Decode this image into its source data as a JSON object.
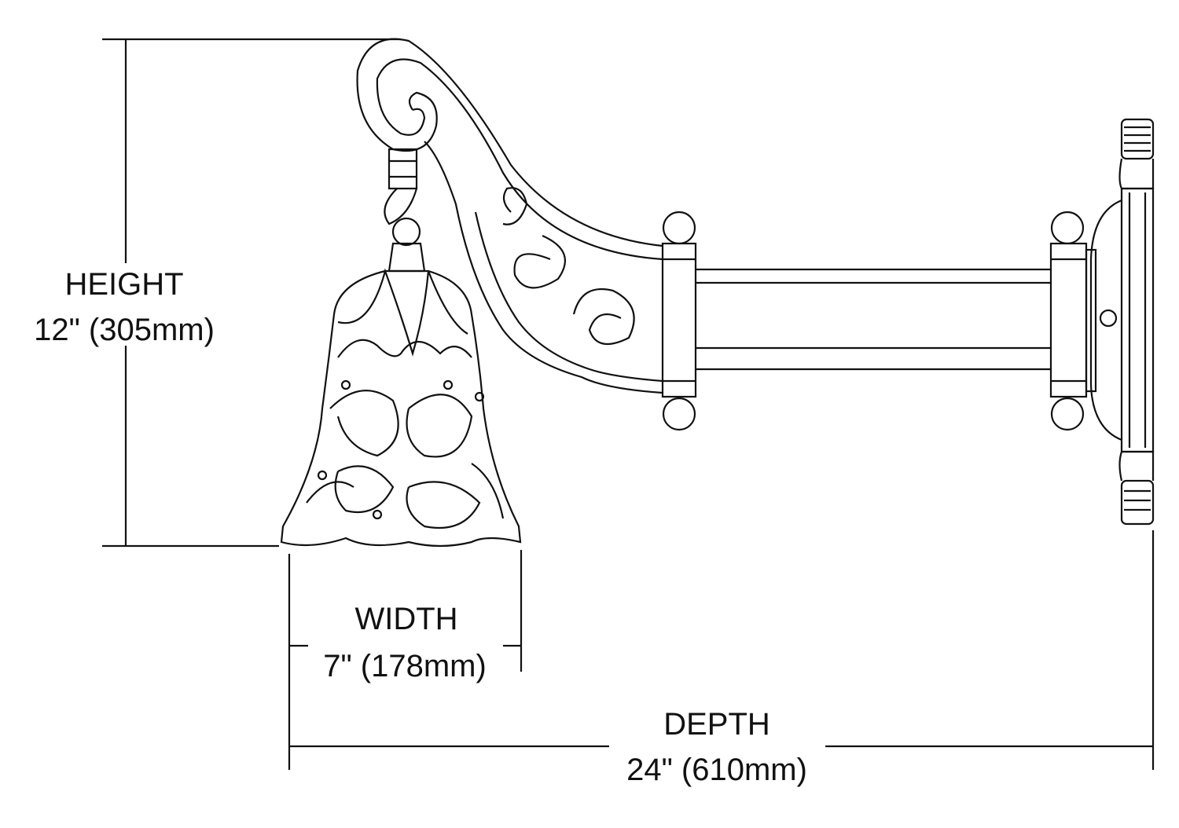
{
  "dimensions": {
    "height": {
      "label": "HEIGHT",
      "value": "12\" (305mm)"
    },
    "width": {
      "label": "WIDTH",
      "value": "7\" (178mm)"
    },
    "depth": {
      "label": "DEPTH",
      "value": "24\" (610mm)"
    }
  },
  "colors": {
    "line": "#111111",
    "background": "#ffffff"
  }
}
